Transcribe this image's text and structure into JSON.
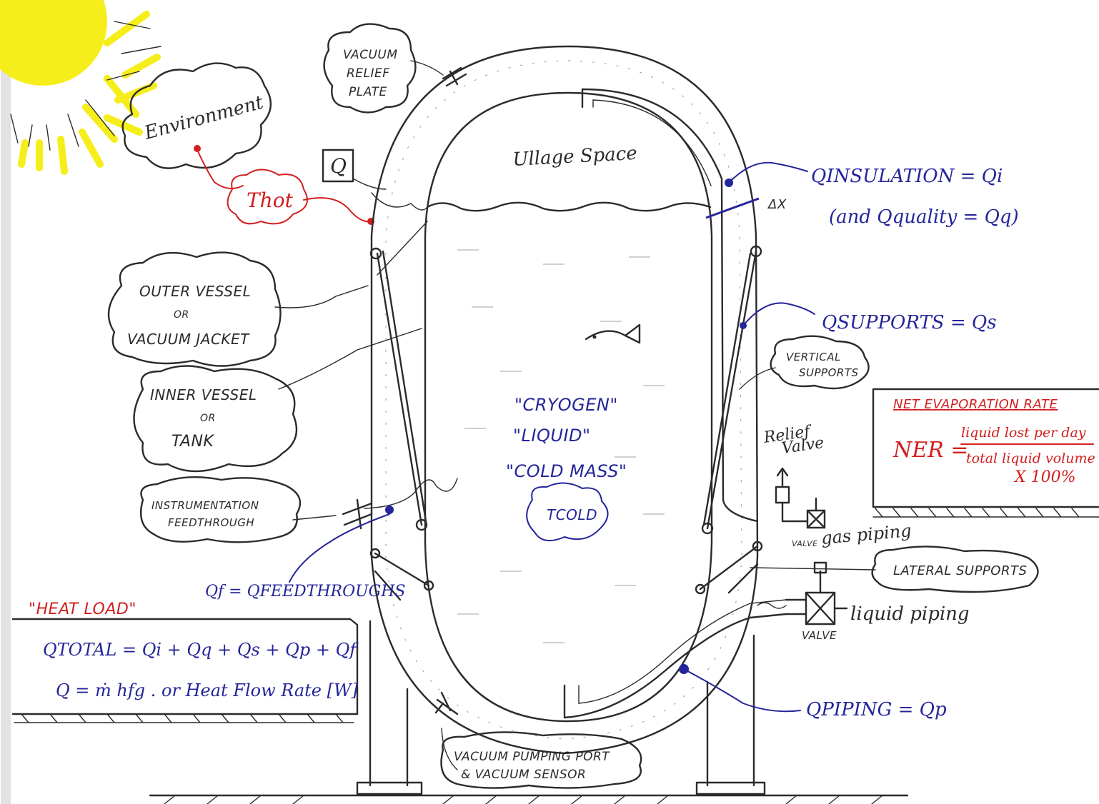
{
  "labels": {
    "vacuum_relief_plate": [
      "VACUUM",
      "RELIEF",
      "PLATE"
    ],
    "environment": "Environment",
    "t_hot": "Thot",
    "q_box": "Q",
    "ullage_space": "Ullage Space",
    "q_insulation": "QINSULATION = Qi",
    "q_quality": "(and Qquality = Qq)",
    "delta_x": "ΔX",
    "outer_vessel": [
      "OUTER VESSEL",
      "OR",
      "VACUUM JACKET"
    ],
    "inner_vessel": [
      "INNER VESSEL",
      "OR",
      "TANK"
    ],
    "q_supports": "QSUPPORTS = Qs",
    "vertical_supports": [
      "VERTICAL",
      "SUPPORTS"
    ],
    "cryogen_lines": [
      "\"CRYOGEN\"",
      "\"LIQUID\"",
      "\"COLD MASS\""
    ],
    "t_cold": "TCOLD",
    "relief_valve": [
      "Relief",
      "Valve"
    ],
    "instrumentation": [
      "INSTRUMENTATION",
      "FEEDTHROUGH"
    ],
    "valve_small": "VALVE",
    "gas_piping": "gas piping",
    "lateral_supports": "LATERAL SUPPORTS",
    "liquid_piping": "liquid piping",
    "valve_large": "VALVE",
    "q_feedthroughs": "Qf = QFEEDTHROUGHS",
    "q_piping": "QPIPING = Qp",
    "vacuum_port": [
      "VACUUM PUMPING PORT",
      "& VACUUM SENSOR"
    ]
  },
  "heat_load": {
    "title": "\"HEAT LOAD\"",
    "eq1": "QTOTAL = Qi + Qq + Qs + Qp + Qf",
    "eq2": "Q = ṁ hfg . or Heat Flow Rate [W]"
  },
  "ner": {
    "title": "NET EVAPORATION RATE",
    "prefix": "NER =",
    "numerator": "liquid lost per day",
    "denominator": "total liquid volume",
    "multiplier": "X 100%"
  },
  "colors": {
    "ink": "#2b2b2b",
    "blue": "#24259a",
    "red": "#d21f1f",
    "sun": "#f6ee1a"
  }
}
